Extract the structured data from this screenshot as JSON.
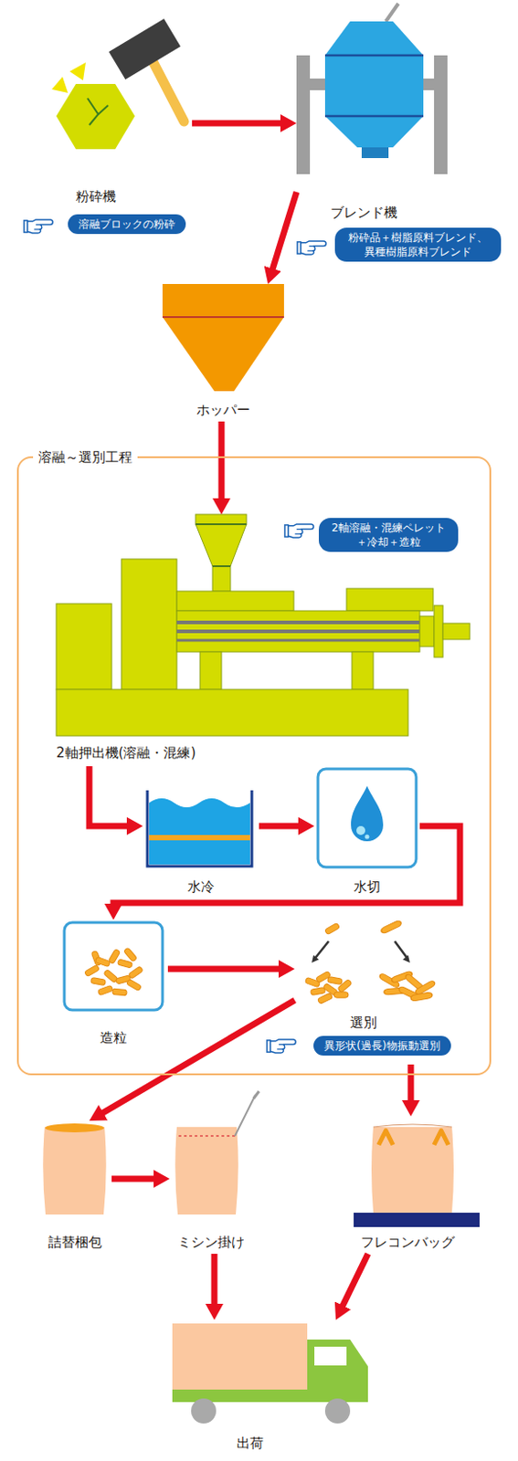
{
  "diagram": {
    "nodes": [
      {
        "text": [
          "粉砕機",
          "溶融ブロックの粉砕"
        ]
      },
      {
        "text": [
          "ブレンド機",
          "粉砕品＋樹脂原料ブレンド、 異種樹脂原料ブレンド"
        ]
      },
      {
        "text": [
          "ホッパー"
        ]
      },
      {
        "text": [
          "溶融～選別工程"
        ]
      },
      {
        "text": [
          "2軸溶融・混練ペレット ＋冷却＋造粒",
          "2軸押出機(溶融・混練)"
        ],
        "in": 3
      },
      {
        "text": [
          "水冷"
        ],
        "in": 3
      },
      {
        "text": [
          "水切"
        ],
        "in": 3
      },
      {
        "text": [
          "造粒"
        ],
        "in": 3
      },
      {
        "text": [
          "選別",
          "異形状(過長)物振動選別"
        ],
        "in": 3
      },
      {
        "text": [
          "詰替梱包"
        ]
      },
      {
        "text": [
          "ミシン掛け"
        ]
      },
      {
        "text": [
          "フレコンバッグ"
        ]
      },
      {
        "text": [
          "出荷"
        ]
      }
    ],
    "edges": [
      {
        "from": 0,
        "to": 1,
        "arrow": "to"
      },
      {
        "from": 1,
        "to": 2,
        "arrow": "to"
      },
      {
        "from": 2,
        "to": 4,
        "arrow": "to"
      },
      {
        "from": 4,
        "to": 5,
        "arrow": "to"
      },
      {
        "from": 5,
        "to": 6,
        "arrow": "to"
      },
      {
        "from": 6,
        "to": 7,
        "arrow": "to"
      },
      {
        "from": 7,
        "to": 8,
        "arrow": "to"
      },
      {
        "from": 8,
        "to": 9,
        "arrow": "to"
      },
      {
        "from": 8,
        "to": 11,
        "arrow": "to"
      },
      {
        "from": 9,
        "to": 10,
        "arrow": "to"
      },
      {
        "from": 10,
        "to": 12,
        "arrow": "to"
      },
      {
        "from": 11,
        "to": 12,
        "arrow": "to"
      }
    ]
  }
}
